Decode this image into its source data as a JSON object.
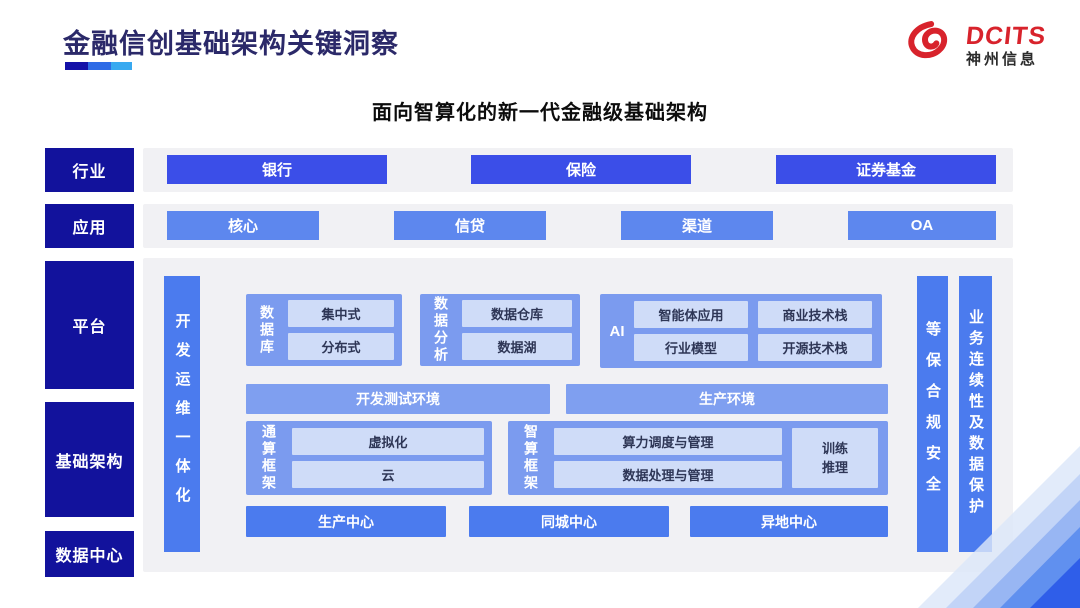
{
  "header": {
    "title": "金融信创基础架构关键洞察",
    "subtitle": "面向智算化的新一代金融级基础架构",
    "logo": {
      "brand": "DCITS",
      "company": "神州信息"
    }
  },
  "colors": {
    "layer_label_bg": "#12129c",
    "industry_pill": "#3b4ee8",
    "application_pill": "#5d87ee",
    "block_bg": "#7b9bef",
    "inner_box_bg": "#cfdcf8",
    "guard_bar_bg": "#4b7bee",
    "panel_bg": "#f1f1f4",
    "logo_red": "#d8232c",
    "title_navy": "#2b2969"
  },
  "layers": {
    "industry": {
      "label": "行业",
      "items": [
        "银行",
        "保险",
        "证券基金"
      ]
    },
    "application": {
      "label": "应用",
      "items": [
        "核心",
        "信贷",
        "渠道",
        "OA"
      ]
    },
    "platform": {
      "label": "平台"
    },
    "infrastructure": {
      "label": "基础架构"
    },
    "datacenter": {
      "label": "数据中心"
    }
  },
  "platform_panel": {
    "devops_bar": "开发运维一体化",
    "security_bar": "等保合规安全",
    "continuity_bar": "业务连续性及数据保护",
    "database": {
      "label": "数据库",
      "items": [
        "集中式",
        "分布式"
      ]
    },
    "analytics": {
      "label": "数据分析",
      "items": [
        "数据仓库",
        "数据湖"
      ]
    },
    "ai": {
      "label": "AI",
      "items": [
        "智能体应用",
        "商业技术栈",
        "行业模型",
        "开源技术栈"
      ]
    },
    "environments": [
      "开发测试环境",
      "生产环境"
    ],
    "general_compute": {
      "label": "通算框架",
      "items": [
        "虚拟化",
        "云"
      ]
    },
    "ai_compute": {
      "label": "智算框架",
      "items": [
        "算力调度与管理",
        "数据处理与管理"
      ],
      "side_item": "训练推理"
    },
    "centers": [
      "生产中心",
      "同城中心",
      "异地中心"
    ]
  }
}
